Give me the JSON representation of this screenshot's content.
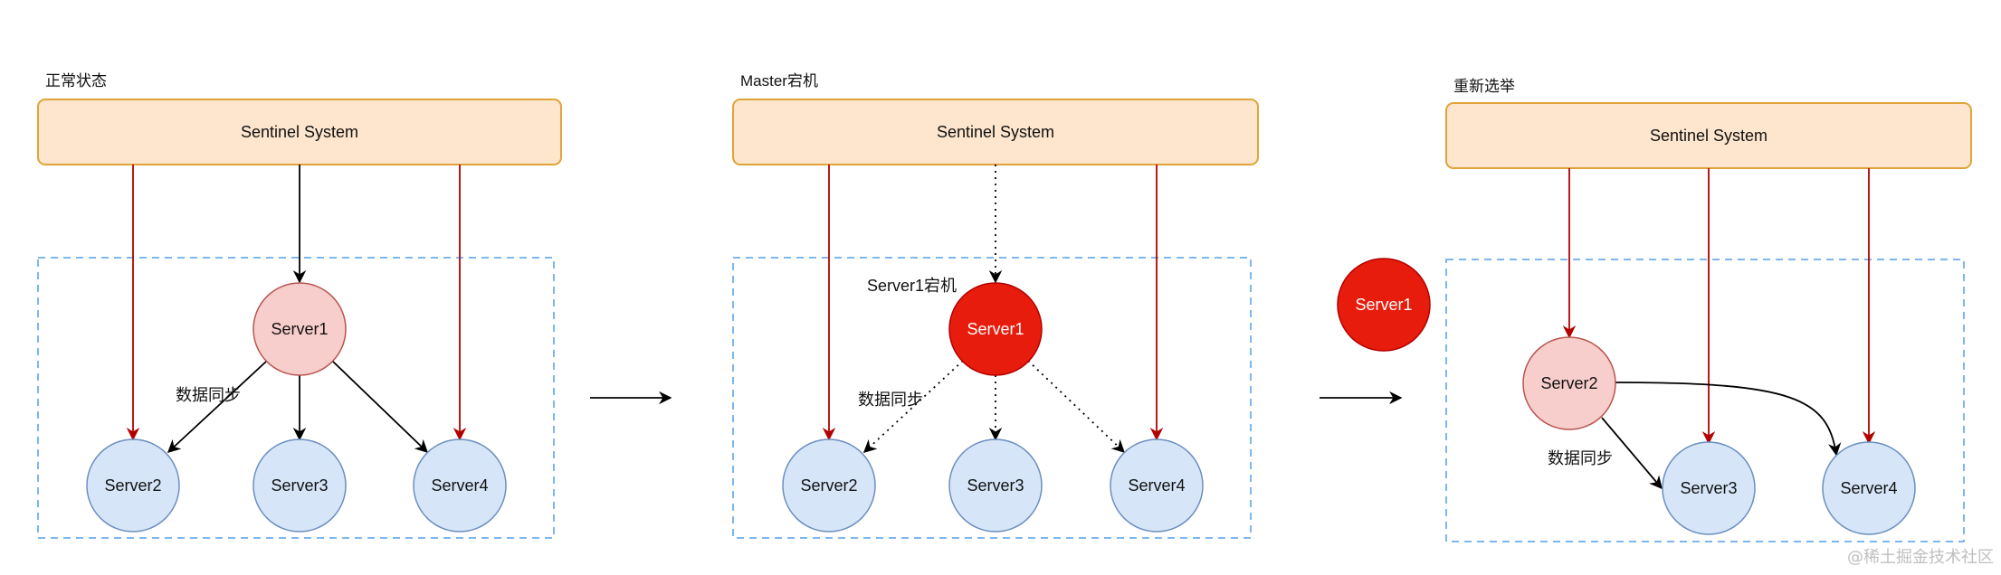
{
  "colors": {
    "sentinel_fill": "#fde6cd",
    "sentinel_stroke": "#e0a43a",
    "server_fill": "#d6e6f8",
    "server_stroke": "#6c8ebf",
    "master_fill": "#f8cecc",
    "master_stroke": "#b85450",
    "down_fill": "#e81c0c",
    "down_stroke": "#b20000",
    "red_arrow": "#b20000",
    "group_border": "#7eb6ee"
  },
  "panels": [
    {
      "title": "正常状态",
      "sentinel": "Sentinel System",
      "master": "Server1",
      "replicas": [
        "Server2",
        "Server3",
        "Server4"
      ],
      "sync_label": "数据同步"
    },
    {
      "title": "Master宕机",
      "sentinel": "Sentinel System",
      "master": "Server1",
      "down_label": "Server1宕机",
      "replicas": [
        "Server2",
        "Server3",
        "Server4"
      ],
      "sync_label": "数据同步"
    },
    {
      "title": "重新选举",
      "sentinel": "Sentinel System",
      "offline_node": "Server1",
      "new_master": "Server2",
      "replicas": [
        "Server3",
        "Server4"
      ],
      "sync_label": "数据同步"
    }
  ],
  "watermark": "@稀土掘金技术社区"
}
